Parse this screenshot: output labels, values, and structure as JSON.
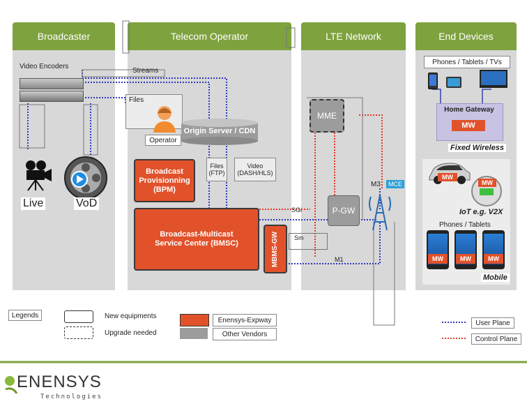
{
  "headers": {
    "broadcaster": "Broadcaster",
    "telecom": "Telecom Operator",
    "lte": "LTE Network",
    "devices": "End Devices"
  },
  "broadcaster": {
    "video_encoders": "Video Encoders",
    "live": "Live",
    "vod": "VoD"
  },
  "telecom": {
    "streams": "Streams",
    "files": "Files",
    "operator": "Operator",
    "origin_server": "Origin Server / CDN",
    "bpm": "Broadcast Provisionning (BPM)",
    "files_ftp": "Files (FTP)",
    "video_dash": "Video (DASH/HLS)",
    "bmsc": "Broadcast-Multicast Service Center (BMSC)",
    "mbms_gw": "MBMS-GW"
  },
  "lte": {
    "mme": "MME",
    "pgw": "P-GW",
    "m3": "M3",
    "mce": "MCE",
    "sgi": "SGi",
    "sm": "Sm",
    "m1": "M1"
  },
  "devices": {
    "phones_tablets_tvs": "Phones / Tablets / TVs",
    "home_gateway": "Home Gateway",
    "mw": "MW",
    "fixed_wireless": "Fixed Wireless",
    "iot": "IoT e.g. V2X",
    "phones_tablets": "Phones / Tablets",
    "mobile": "Mobile"
  },
  "legend": {
    "title": "Legends",
    "new_equipments": "New equipments",
    "upgrade_needed": "Upgrade needed",
    "enensys_expway": "Enensys-Expway",
    "other_vendors": "Other Vendors",
    "user_plane": "User Plane",
    "control_plane": "Control Plane"
  },
  "logo": {
    "name": "ENENSYS",
    "sub": "Technologies"
  },
  "colors": {
    "panel": "#d8d8d8",
    "header": "#7ea23d",
    "orange": "#e1522b",
    "user_plane": "#2e3bbf",
    "control_plane": "#e03a2a",
    "mce": "#2aa0d8"
  }
}
